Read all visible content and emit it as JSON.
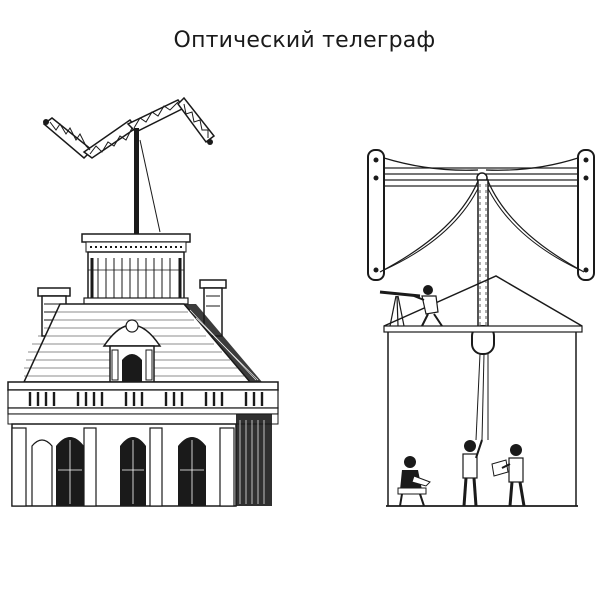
{
  "title": "Оптический телеграф",
  "colors": {
    "ink": "#1a1a1a",
    "paper": "#ffffff"
  },
  "figures": [
    {
      "subject": "tower-building-with-semaphore"
    },
    {
      "subject": "semaphore-cross-section-with-operators"
    }
  ]
}
